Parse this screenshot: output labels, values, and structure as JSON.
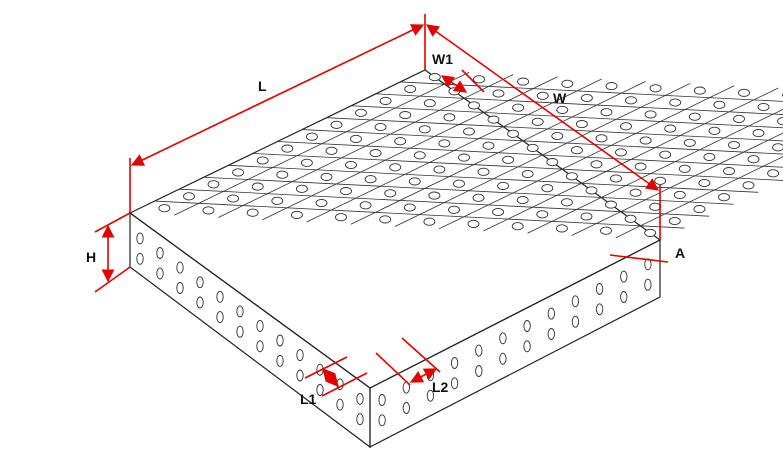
{
  "labels": {
    "L": "L",
    "W": "W",
    "W1": "W1",
    "H": "H",
    "A": "A",
    "L1": "L1",
    "L2": "L2"
  },
  "grid": {
    "rows": 12,
    "cols": 12
  },
  "colors": {
    "dimension": "#e00000",
    "line": "#222222",
    "background": "#ffffff"
  }
}
